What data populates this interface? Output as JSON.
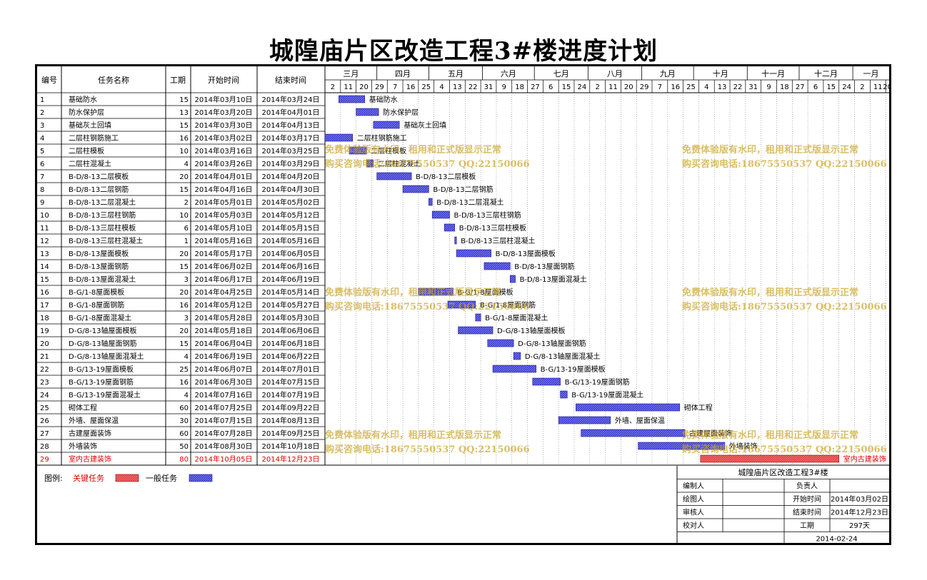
{
  "title": "城隍庙片区改造工程3#楼进度计划",
  "headers": {
    "no": "编号",
    "name": "任务名称",
    "duration": "工期",
    "start": "开始时间",
    "end": "结束时间"
  },
  "legend": {
    "label": "图例:",
    "critical": "关键任务",
    "normal": "一般任务"
  },
  "colors": {
    "normal_bar": "#3a3ad6",
    "critical_bar": "#e04040",
    "critical_text": "#e00000",
    "grid": "#808080"
  },
  "timeline": {
    "months": [
      "三月",
      "四月",
      "五月",
      "六月",
      "七月",
      "八月",
      "九月",
      "十月",
      "十一月",
      "十二月",
      "一月"
    ],
    "ticks": [
      "2014-03-02",
      "2014-03-11",
      "2014-03-20",
      "2014-03-29",
      "2014-04-07",
      "2014-04-16",
      "2014-04-25",
      "2014-05-04",
      "2014-05-13",
      "2014-05-22",
      "2014-05-31",
      "2014-06-09",
      "2014-06-18",
      "2014-06-27",
      "2014-07-06",
      "2014-07-15",
      "2014-07-24",
      "2014-08-02",
      "2014-08-11",
      "2014-08-20",
      "2014-08-29",
      "2014-09-07",
      "2014-09-16",
      "2014-09-25",
      "2014-10-04",
      "2014-10-13",
      "2014-10-22",
      "2014-10-31",
      "2014-11-09",
      "2014-11-18",
      "2014-11-27",
      "2014-12-06",
      "2014-12-15",
      "2014-12-24",
      "2015-01-02",
      "2015-01-11",
      "2015-01-20"
    ],
    "tick_labels": [
      "2",
      "11",
      "20",
      "29",
      "7",
      "16",
      "25",
      "4",
      "13",
      "22",
      "31",
      "9",
      "18",
      "27",
      "6",
      "15",
      "24",
      "2",
      "11",
      "20",
      "29",
      "7",
      "16",
      "25",
      "4",
      "13",
      "22",
      "31",
      "9",
      "18",
      "27",
      "6",
      "15",
      "24",
      "2",
      "11",
      "20"
    ],
    "start": "2014-03-02",
    "end": "2015-01-22"
  },
  "chart_data": {
    "type": "gantt",
    "title": "城隍庙片区改造工程3#楼进度计划",
    "tasks": [
      {
        "no": "1",
        "name": "基础防水",
        "duration": "15",
        "start_text": "2014年03月10日",
        "end_text": "2014年03月24日",
        "start": "2014-03-10",
        "end": "2014-03-24",
        "critical": false
      },
      {
        "no": "2",
        "name": "防水保护层",
        "duration": "13",
        "start_text": "2014年03月20日",
        "end_text": "2014年04月01日",
        "start": "2014-03-20",
        "end": "2014-04-01",
        "critical": false
      },
      {
        "no": "3",
        "name": "基础灰土回填",
        "duration": "15",
        "start_text": "2014年03月30日",
        "end_text": "2014年04月13日",
        "start": "2014-03-30",
        "end": "2014-04-13",
        "critical": false
      },
      {
        "no": "4",
        "name": "二层柱钢筋施工",
        "duration": "16",
        "start_text": "2014年03月02日",
        "end_text": "2014年03月17日",
        "start": "2014-03-02",
        "end": "2014-03-17",
        "critical": false
      },
      {
        "no": "5",
        "name": "二层柱模板",
        "duration": "10",
        "start_text": "2014年03月16日",
        "end_text": "2014年03月25日",
        "start": "2014-03-16",
        "end": "2014-03-25",
        "critical": false
      },
      {
        "no": "6",
        "name": "二层柱混凝土",
        "duration": "4",
        "start_text": "2014年03月26日",
        "end_text": "2014年03月29日",
        "start": "2014-03-26",
        "end": "2014-03-29",
        "critical": false
      },
      {
        "no": "7",
        "name": "B-D/8-13二层模板",
        "duration": "20",
        "start_text": "2014年04月01日",
        "end_text": "2014年04月20日",
        "start": "2014-04-01",
        "end": "2014-04-20",
        "critical": false
      },
      {
        "no": "8",
        "name": "B-D/8-13二层钢筋",
        "duration": "15",
        "start_text": "2014年04月16日",
        "end_text": "2014年04月30日",
        "start": "2014-04-16",
        "end": "2014-04-30",
        "critical": false
      },
      {
        "no": "9",
        "name": "B-D/8-13二层混凝土",
        "duration": "2",
        "start_text": "2014年05月01日",
        "end_text": "2014年05月02日",
        "start": "2014-05-01",
        "end": "2014-05-02",
        "critical": false
      },
      {
        "no": "10",
        "name": "B-D/8-13三层柱钢筋",
        "duration": "10",
        "start_text": "2014年05月03日",
        "end_text": "2014年05月12日",
        "start": "2014-05-03",
        "end": "2014-05-12",
        "critical": false
      },
      {
        "no": "11",
        "name": "B-D/8-13三层柱模板",
        "duration": "6",
        "start_text": "2014年05月10日",
        "end_text": "2014年05月15日",
        "start": "2014-05-10",
        "end": "2014-05-15",
        "critical": false
      },
      {
        "no": "12",
        "name": "B-D/8-13三层柱混凝土",
        "duration": "1",
        "start_text": "2014年05月16日",
        "end_text": "2014年05月16日",
        "start": "2014-05-16",
        "end": "2014-05-16",
        "critical": false
      },
      {
        "no": "13",
        "name": "B-D/8-13屋面模板",
        "duration": "20",
        "start_text": "2014年05月17日",
        "end_text": "2014年06月05日",
        "start": "2014-05-17",
        "end": "2014-06-05",
        "critical": false
      },
      {
        "no": "14",
        "name": "B-D/8-13屋面钢筋",
        "duration": "15",
        "start_text": "2014年06月02日",
        "end_text": "2014年06月16日",
        "start": "2014-06-02",
        "end": "2014-06-16",
        "critical": false
      },
      {
        "no": "15",
        "name": "B-D/8-13屋面混凝土",
        "duration": "3",
        "start_text": "2014年06月17日",
        "end_text": "2014年06月19日",
        "start": "2014-06-17",
        "end": "2014-06-19",
        "critical": false
      },
      {
        "no": "16",
        "name": "B-G/1-8屋面模板",
        "duration": "20",
        "start_text": "2014年04月25日",
        "end_text": "2014年05月14日",
        "start": "2014-04-25",
        "end": "2014-05-14",
        "critical": false
      },
      {
        "no": "17",
        "name": "B-G/1-8屋面钢筋",
        "duration": "16",
        "start_text": "2014年05月12日",
        "end_text": "2014年05月27日",
        "start": "2014-05-12",
        "end": "2014-05-27",
        "critical": false
      },
      {
        "no": "18",
        "name": "B-G/1-8屋面混凝土",
        "duration": "3",
        "start_text": "2014年05月28日",
        "end_text": "2014年05月30日",
        "start": "2014-05-28",
        "end": "2014-05-30",
        "critical": false
      },
      {
        "no": "19",
        "name": "D-G/8-13轴屋面模板",
        "duration": "20",
        "start_text": "2014年05月18日",
        "end_text": "2014年06月06日",
        "start": "2014-05-18",
        "end": "2014-06-06",
        "critical": false
      },
      {
        "no": "20",
        "name": "D-G/8-13轴屋面钢筋",
        "duration": "15",
        "start_text": "2014年06月04日",
        "end_text": "2014年06月18日",
        "start": "2014-06-04",
        "end": "2014-06-18",
        "critical": false
      },
      {
        "no": "21",
        "name": "D-G/8-13轴屋面混凝土",
        "duration": "4",
        "start_text": "2014年06月19日",
        "end_text": "2014年06月22日",
        "start": "2014-06-19",
        "end": "2014-06-22",
        "critical": false
      },
      {
        "no": "22",
        "name": "B-G/13-19屋面模板",
        "duration": "25",
        "start_text": "2014年06月07日",
        "end_text": "2014年07月01日",
        "start": "2014-06-07",
        "end": "2014-07-01",
        "critical": false
      },
      {
        "no": "23",
        "name": "B-G/13-19屋面钢筋",
        "duration": "16",
        "start_text": "2014年06月30日",
        "end_text": "2014年07月15日",
        "start": "2014-06-30",
        "end": "2014-07-15",
        "critical": false
      },
      {
        "no": "24",
        "name": "B-G/13-19屋面混凝土",
        "duration": "4",
        "start_text": "2014年07月16日",
        "end_text": "2014年07月19日",
        "start": "2014-07-16",
        "end": "2014-07-19",
        "critical": false
      },
      {
        "no": "25",
        "name": "砌体工程",
        "duration": "60",
        "start_text": "2014年07月25日",
        "end_text": "2014年09月22日",
        "start": "2014-07-25",
        "end": "2014-09-22",
        "critical": false
      },
      {
        "no": "26",
        "name": "外墙、屋面保温",
        "duration": "30",
        "start_text": "2014年07月15日",
        "end_text": "2014年08月13日",
        "start": "2014-07-15",
        "end": "2014-08-13",
        "critical": false
      },
      {
        "no": "27",
        "name": "古建屋面装饰",
        "duration": "60",
        "start_text": "2014年07月28日",
        "end_text": "2014年09月25日",
        "start": "2014-07-28",
        "end": "2014-09-25",
        "critical": false
      },
      {
        "no": "28",
        "name": "外墙装饰",
        "duration": "50",
        "start_text": "2014年08月30日",
        "end_text": "2014年10月18日",
        "start": "2014-08-30",
        "end": "2014-10-18",
        "critical": false
      },
      {
        "no": "29",
        "name": "室内古建装饰",
        "duration": "80",
        "start_text": "2014年10月05日",
        "end_text": "2014年12月23日",
        "start": "2014-10-05",
        "end": "2014-12-23",
        "critical": true
      }
    ]
  },
  "watermark": {
    "line1": "免费体验版有水印，租用和正式版显示正常",
    "line2": "购买咨询电话:18675550537 QQ:22150066"
  },
  "info_box": {
    "title": "城隍庙片区改造工程3#楼",
    "rows": [
      {
        "label": "编制人",
        "label2": "负责人",
        "value": ""
      },
      {
        "label": "绘图人",
        "label2": "开始时间",
        "value": "2014年03月02日"
      },
      {
        "label": "审核人",
        "label2": "结束时间",
        "value": "2014年12月23日"
      },
      {
        "label": "校对人",
        "label2": "工期",
        "value": "297天"
      }
    ],
    "date": "2014-02-24"
  }
}
